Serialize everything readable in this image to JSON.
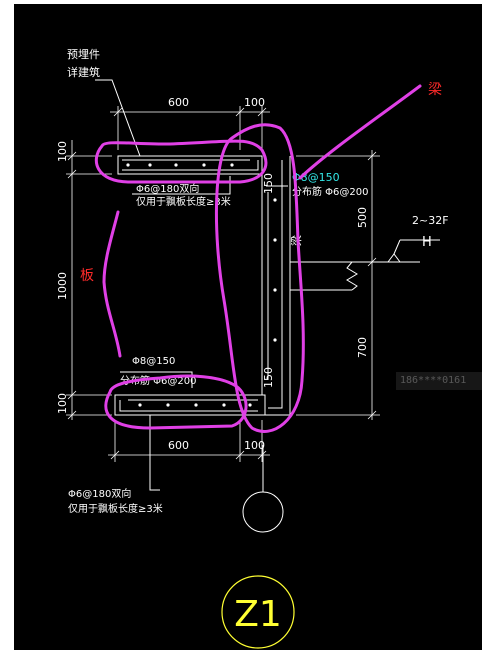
{
  "labels": {
    "embed_line1": "预埋件",
    "embed_line2": "详建筑",
    "dim_top_600": "600",
    "dim_top_100": "100",
    "dim_left_100_top": "100",
    "dim_left_1000": "1000",
    "dim_left_100_bottom": "100",
    "dim_right_500": "500",
    "dim_right_700": "700",
    "dim_150_top": "150",
    "dim_150_bottom": "150",
    "dim_bottom_600": "600",
    "dim_bottom_100": "100",
    "rebar_top_main": "Φ6@180双向",
    "rebar_top_note": "仅用于飘板长度≥3米",
    "rebar_right_dist": "Φ8@150",
    "rebar_right_secondary": "分布筋 Φ6@200",
    "rebar_left_dist": "Φ8@150",
    "rebar_left_secondary": "分布筋 Φ6@200",
    "rebar_bottom_main": "Φ6@180双向",
    "rebar_bottom_note": "仅用于飘板长度≥3米",
    "beam_label_vertical": "梁",
    "level_label": "2~32F",
    "level_symbol": "H",
    "section_tag": "Z1"
  },
  "annotations": {
    "beam_note": "梁",
    "slab_note": "板"
  },
  "watermark": {
    "text": "186****0161"
  },
  "colors": {
    "background": "#000000",
    "cad_white": "#ffffff",
    "cad_yellow": "#ffff33",
    "cad_cyan": "#33e6e6",
    "markup_magenta": "#e040e6",
    "markup_red": "#ff2a2a"
  }
}
